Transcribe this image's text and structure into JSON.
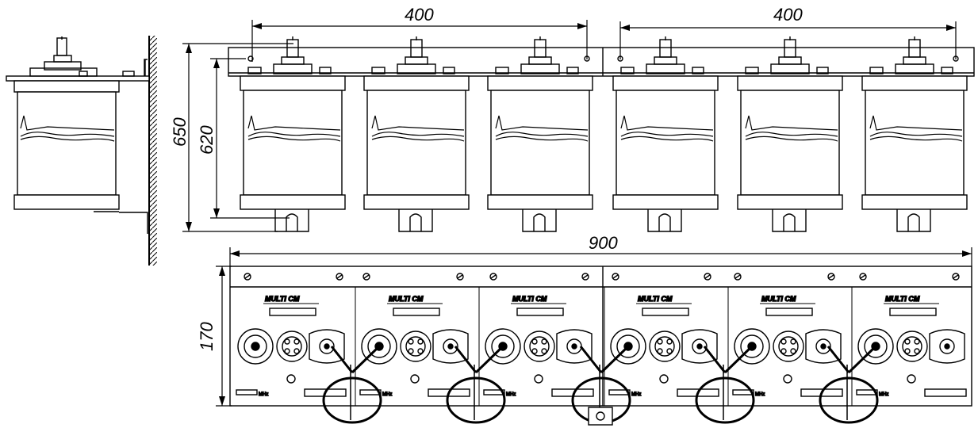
{
  "dimensions": {
    "top_left_span": "400",
    "top_right_span": "400",
    "overall_height": "650",
    "inner_height": "620",
    "panel_width": "900",
    "panel_height": "170"
  },
  "modules": [
    {
      "brand": "MULTI CM",
      "freq_unit": "MHz"
    },
    {
      "brand": "MULTI CM",
      "freq_unit": "MHz"
    },
    {
      "brand": "MULTI CM",
      "freq_unit": "MHz"
    },
    {
      "brand": "MULTI CM",
      "freq_unit": "MHz"
    },
    {
      "brand": "MULTI CM",
      "freq_unit": "MHz"
    },
    {
      "brand": "MULTI CM",
      "freq_unit": "MHz"
    }
  ],
  "colors": {
    "ink": "#000000",
    "paper": "#ffffff"
  }
}
